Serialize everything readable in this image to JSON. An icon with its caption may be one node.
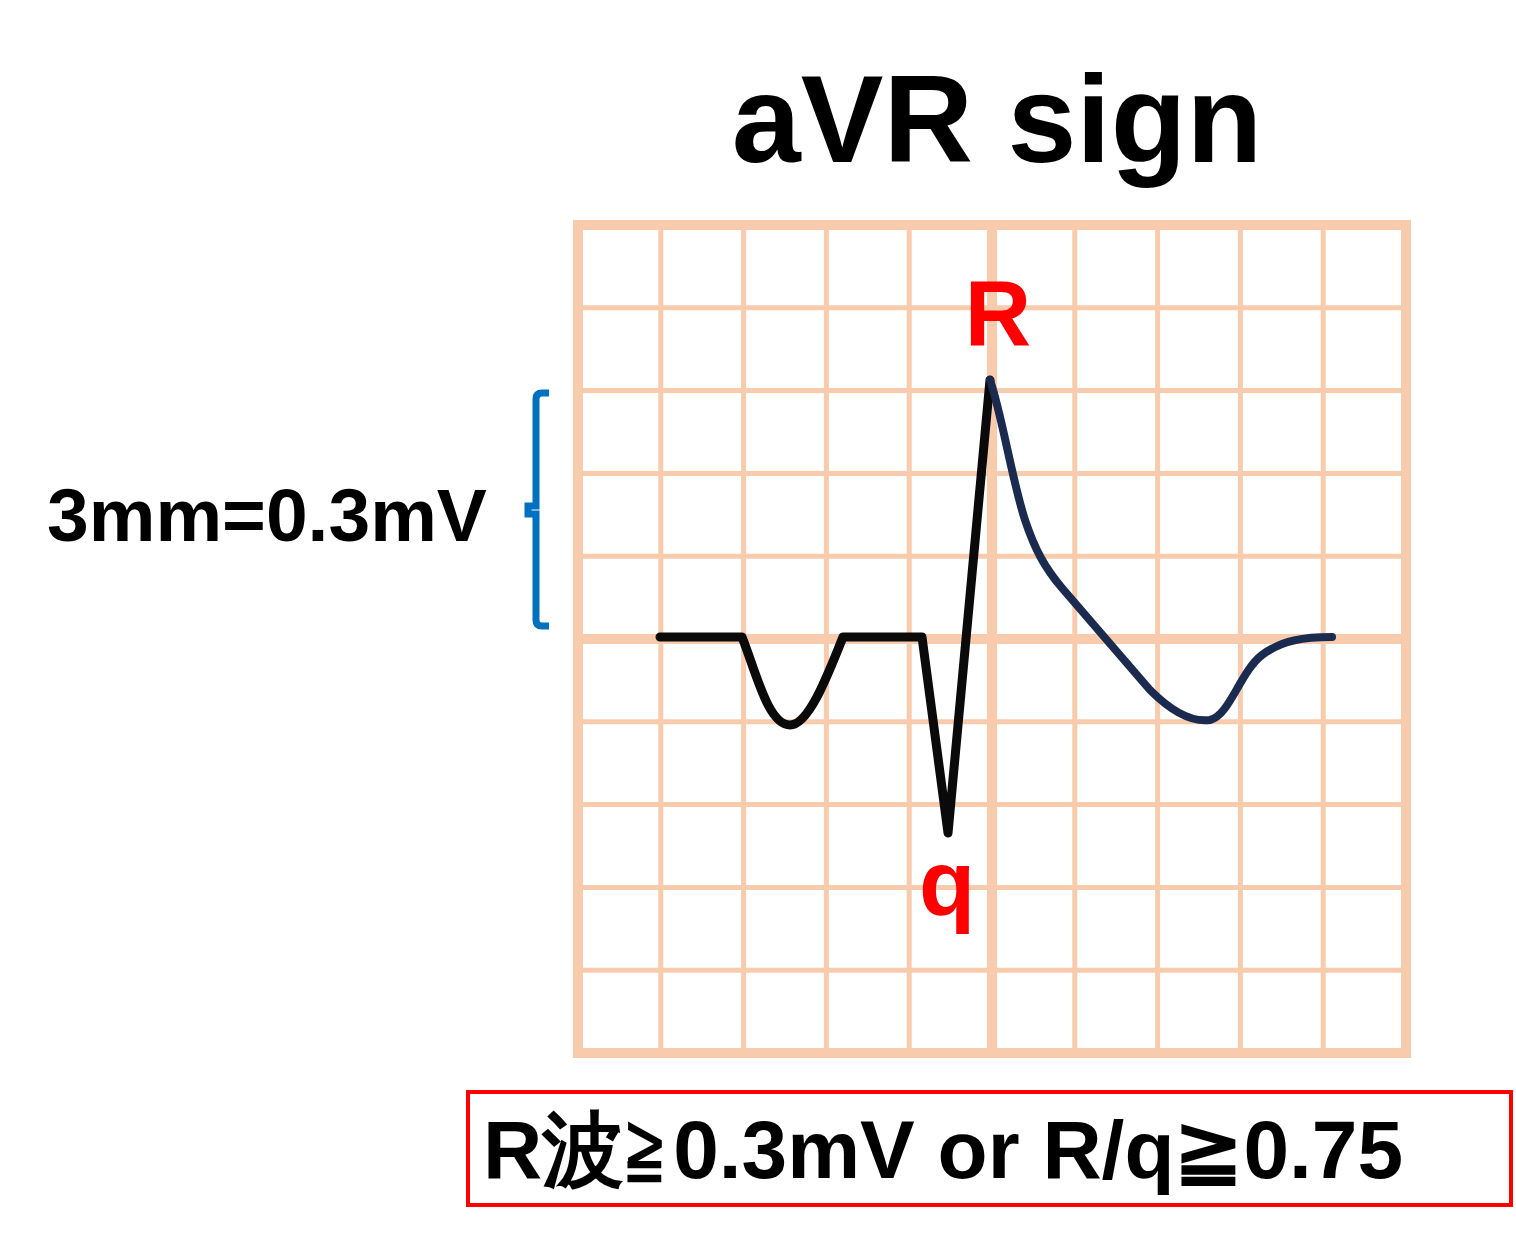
{
  "diagram": {
    "title": "aVR sign",
    "nodes": [
      {
        "text": [
          "R波≧0.3mV or R/q≧0.75"
        ]
      }
    ],
    "labels": [
      "R",
      "3mm=0.3mV",
      "q"
    ]
  }
}
